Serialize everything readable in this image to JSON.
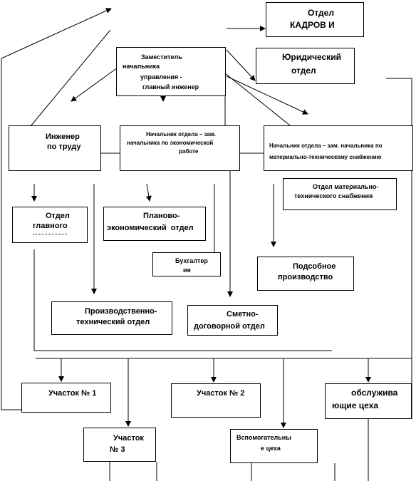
{
  "diagram": {
    "nodes": [
      {
        "id": "otdel-kadrov",
        "lines": [
          "Отдел",
          "КАДРОВ И"
        ]
      },
      {
        "id": "zamestitel",
        "lines": [
          "Заместитель",
          "начальника",
          "управления -",
          "главный инженер"
        ]
      },
      {
        "id": "yuridicheskiy",
        "lines": [
          "Юридический",
          "отдел"
        ]
      },
      {
        "id": "inzhener-po-trudu",
        "lines": [
          "Инженер",
          "по труду"
        ]
      },
      {
        "id": "nach-ekon",
        "lines": [
          "Начальник отдела – зам.",
          "начальника по экономической",
          "работе"
        ]
      },
      {
        "id": "nach-mto",
        "lines": [
          "Начальник отдела – зам. начальника по",
          "материально-техническому снабжению"
        ]
      },
      {
        "id": "otdel-glavnogo",
        "lines": [
          "Отдел",
          "главного"
        ]
      },
      {
        "id": "planovo",
        "lines": [
          "Планово-",
          "экономический  отдел"
        ]
      },
      {
        "id": "otdel-mto",
        "lines": [
          "Отдел материально-",
          "технического снабжения"
        ]
      },
      {
        "id": "buhgalter",
        "lines": [
          "Бухгалтер",
          "ия"
        ]
      },
      {
        "id": "podsobnoe",
        "lines": [
          "Подсобное",
          "производство"
        ]
      },
      {
        "id": "pto",
        "lines": [
          "Производственно-",
          "технический отдел"
        ]
      },
      {
        "id": "smetno",
        "lines": [
          "Сметно-",
          "договорной отдел"
        ]
      },
      {
        "id": "uchastok-1",
        "lines": [
          "Участок № 1"
        ]
      },
      {
        "id": "uchastok-2",
        "lines": [
          "Участок № 2"
        ]
      },
      {
        "id": "obsluzhivayushchie",
        "lines": [
          "обслужива",
          "ющие цеха"
        ]
      },
      {
        "id": "uchastok-3",
        "lines": [
          "Участок",
          "№ 3"
        ]
      },
      {
        "id": "vspomogatelnye",
        "lines": [
          "Вспомогательны",
          "е цеха"
        ]
      }
    ]
  }
}
